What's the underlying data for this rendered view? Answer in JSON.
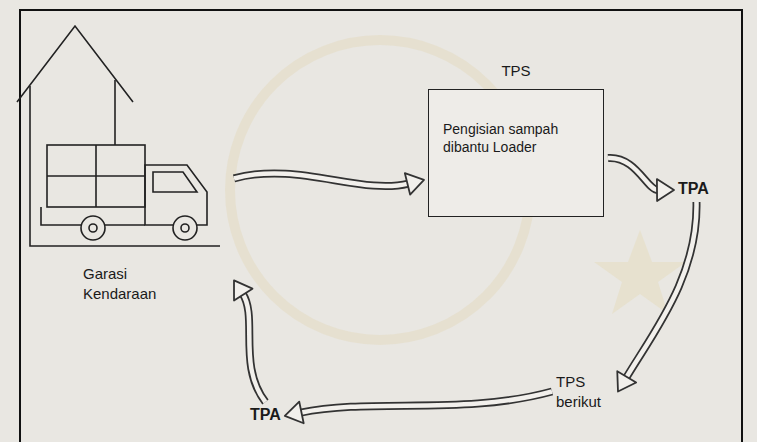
{
  "diagram": {
    "nodes": [
      {
        "text": [
          "Garasi Kendaraan"
        ]
      },
      {
        "text": [
          "TPS",
          "Pengisian sampah dibantu Loader"
        ]
      },
      {
        "text": [
          "TPA"
        ]
      },
      {
        "text": [
          "TPS berikut"
        ]
      },
      {
        "text": [
          "TPA"
        ]
      }
    ],
    "edges": [
      {
        "from": 0,
        "to": 1,
        "arrow": "to"
      },
      {
        "from": 1,
        "to": 2,
        "arrow": "to"
      },
      {
        "from": 2,
        "to": 3,
        "arrow": "to"
      },
      {
        "from": 3,
        "to": 4,
        "arrow": "to"
      },
      {
        "from": 4,
        "to": 0,
        "arrow": "to"
      }
    ]
  }
}
